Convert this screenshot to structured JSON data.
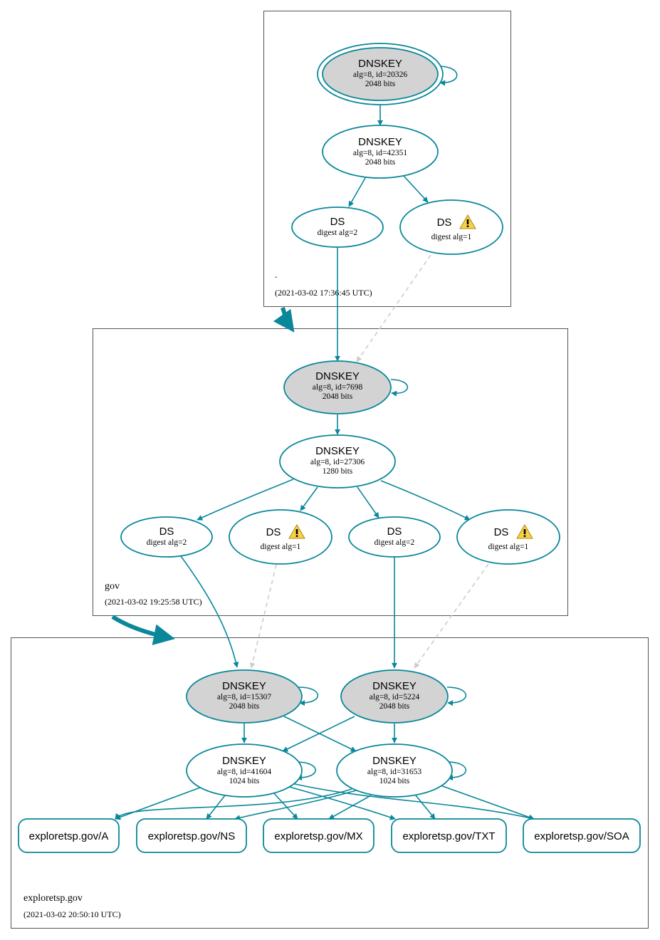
{
  "zones": {
    "root": {
      "name": ".",
      "timestamp": "(2021-03-02 17:36:45 UTC)"
    },
    "gov": {
      "name": "gov",
      "timestamp": "(2021-03-02 19:25:58 UTC)"
    },
    "explore": {
      "name": "exploretsp.gov",
      "timestamp": "(2021-03-02 20:50:10 UTC)"
    }
  },
  "nodes": {
    "root_ksk": {
      "title": "DNSKEY",
      "line1": "alg=8, id=20326",
      "line2": "2048 bits"
    },
    "root_zsk": {
      "title": "DNSKEY",
      "line1": "alg=8, id=42351",
      "line2": "2048 bits"
    },
    "root_ds2": {
      "title": "DS",
      "line1": "digest alg=2"
    },
    "root_ds1": {
      "title": "DS",
      "line1": "digest alg=1"
    },
    "gov_ksk": {
      "title": "DNSKEY",
      "line1": "alg=8, id=7698",
      "line2": "2048 bits"
    },
    "gov_zsk": {
      "title": "DNSKEY",
      "line1": "alg=8, id=27306",
      "line2": "1280 bits"
    },
    "gov_ds_a": {
      "title": "DS",
      "line1": "digest alg=2"
    },
    "gov_ds_b": {
      "title": "DS",
      "line1": "digest alg=1"
    },
    "gov_ds_c": {
      "title": "DS",
      "line1": "digest alg=2"
    },
    "gov_ds_d": {
      "title": "DS",
      "line1": "digest alg=1"
    },
    "ex_ksk1": {
      "title": "DNSKEY",
      "line1": "alg=8, id=15307",
      "line2": "2048 bits"
    },
    "ex_ksk2": {
      "title": "DNSKEY",
      "line1": "alg=8, id=5224",
      "line2": "2048 bits"
    },
    "ex_zsk1": {
      "title": "DNSKEY",
      "line1": "alg=8, id=41604",
      "line2": "1024 bits"
    },
    "ex_zsk2": {
      "title": "DNSKEY",
      "line1": "alg=8, id=31653",
      "line2": "1024 bits"
    }
  },
  "records": {
    "a": "exploretsp.gov/A",
    "ns": "exploretsp.gov/NS",
    "mx": "exploretsp.gov/MX",
    "txt": "exploretsp.gov/TXT",
    "soa": "exploretsp.gov/SOA"
  },
  "colors": {
    "edge": "#0a879a",
    "ksk_fill": "#d3d3d3",
    "insecure_edge": "#cccccc",
    "warning": "#f2c200"
  },
  "icons": {
    "warning": "warning-triangle-icon"
  }
}
